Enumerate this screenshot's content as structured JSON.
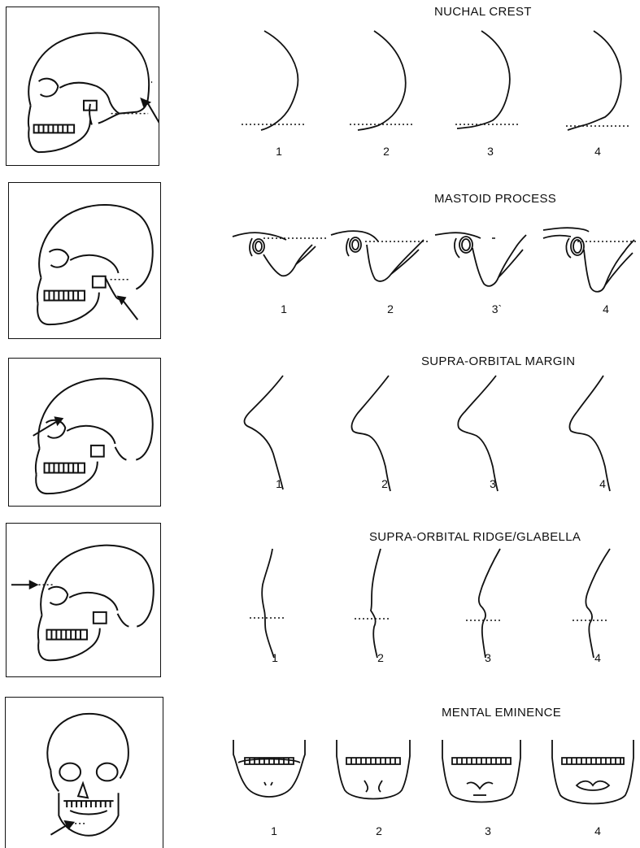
{
  "rows": [
    {
      "title": "NUCHAL CREST",
      "labels": [
        "1",
        "2",
        "3",
        "4"
      ]
    },
    {
      "title": "MASTOID PROCESS",
      "labels": [
        "1",
        "2",
        "3`",
        "4"
      ]
    },
    {
      "title": "SUPRA-ORBITAL MARGIN",
      "labels": [
        "1",
        "2",
        "3",
        "4"
      ]
    },
    {
      "title": "SUPRA-ORBITAL RIDGE/GLABELLA",
      "labels": [
        "1",
        "2",
        "3",
        "4"
      ]
    },
    {
      "title": "MENTAL EMINENCE",
      "labels": [
        "1",
        "2",
        "3",
        "4"
      ]
    }
  ],
  "icons": {
    "row0": "skull-lateral-icon",
    "row1": "skull-lateral-icon",
    "row2": "skull-lateral-icon",
    "row3": "skull-lateral-icon",
    "row4": "skull-frontal-icon"
  }
}
